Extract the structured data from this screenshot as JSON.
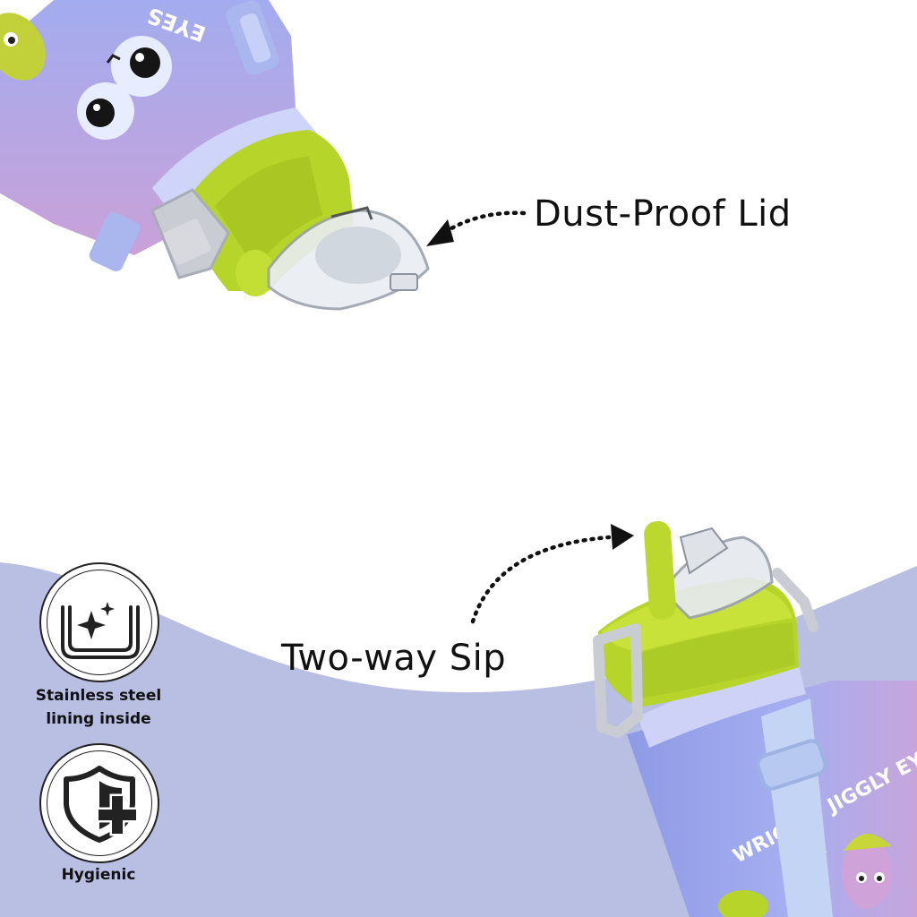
{
  "callouts": {
    "lid": "Dust-Proof Lid",
    "sip": "Two-way Sip"
  },
  "features": [
    {
      "line1": "Stainless steel",
      "line2": "lining inside",
      "icon": "stainless-steel-container-icon"
    },
    {
      "line1": "Hygienic",
      "icon": "shield-plus-icon"
    }
  ],
  "bottle_print": {
    "text": "WRIGGLY JIGGLY EYES",
    "fragment_top": "EYES",
    "letter": "Y"
  },
  "colors": {
    "background": "#ffffff",
    "wave": "#b9bee3",
    "bottle_body": "#9ea8ea",
    "bottle_pink": "#cfa3d9",
    "lid_green": "#b7d42a",
    "clip_gray": "#c9ccd2",
    "text": "#111111"
  }
}
